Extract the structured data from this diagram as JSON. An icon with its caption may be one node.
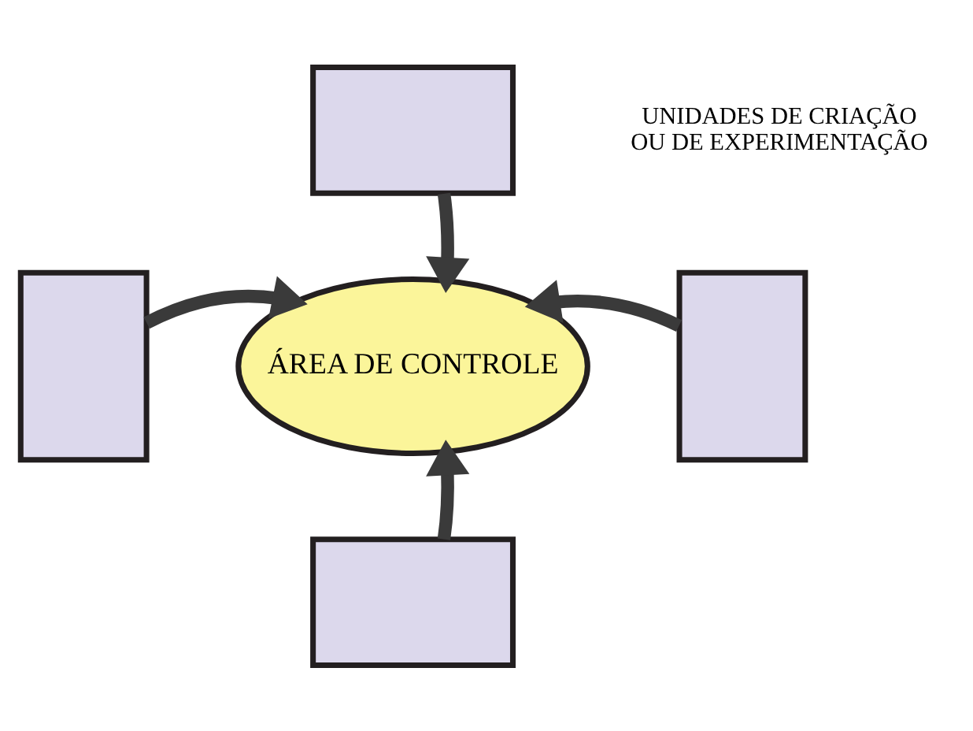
{
  "diagram": {
    "nodes": [
      {
        "text": [],
        "shape": "box"
      },
      {
        "text": [],
        "shape": "box"
      },
      {
        "text": [
          "ÁREA DE CONTROLE"
        ]
      },
      {
        "text": [],
        "shape": "box"
      },
      {
        "text": [],
        "shape": "box"
      }
    ],
    "edges": [
      {
        "from": 0,
        "to": 2,
        "arrow": "to"
      },
      {
        "from": 1,
        "to": 2,
        "arrow": "to"
      },
      {
        "from": 3,
        "to": 2,
        "arrow": "to"
      },
      {
        "from": 4,
        "to": 2,
        "arrow": "to"
      }
    ],
    "labels": [
      "UNIDADES DE CRIAÇÃO OU DE EXPERIMENTAÇÃO"
    ]
  }
}
